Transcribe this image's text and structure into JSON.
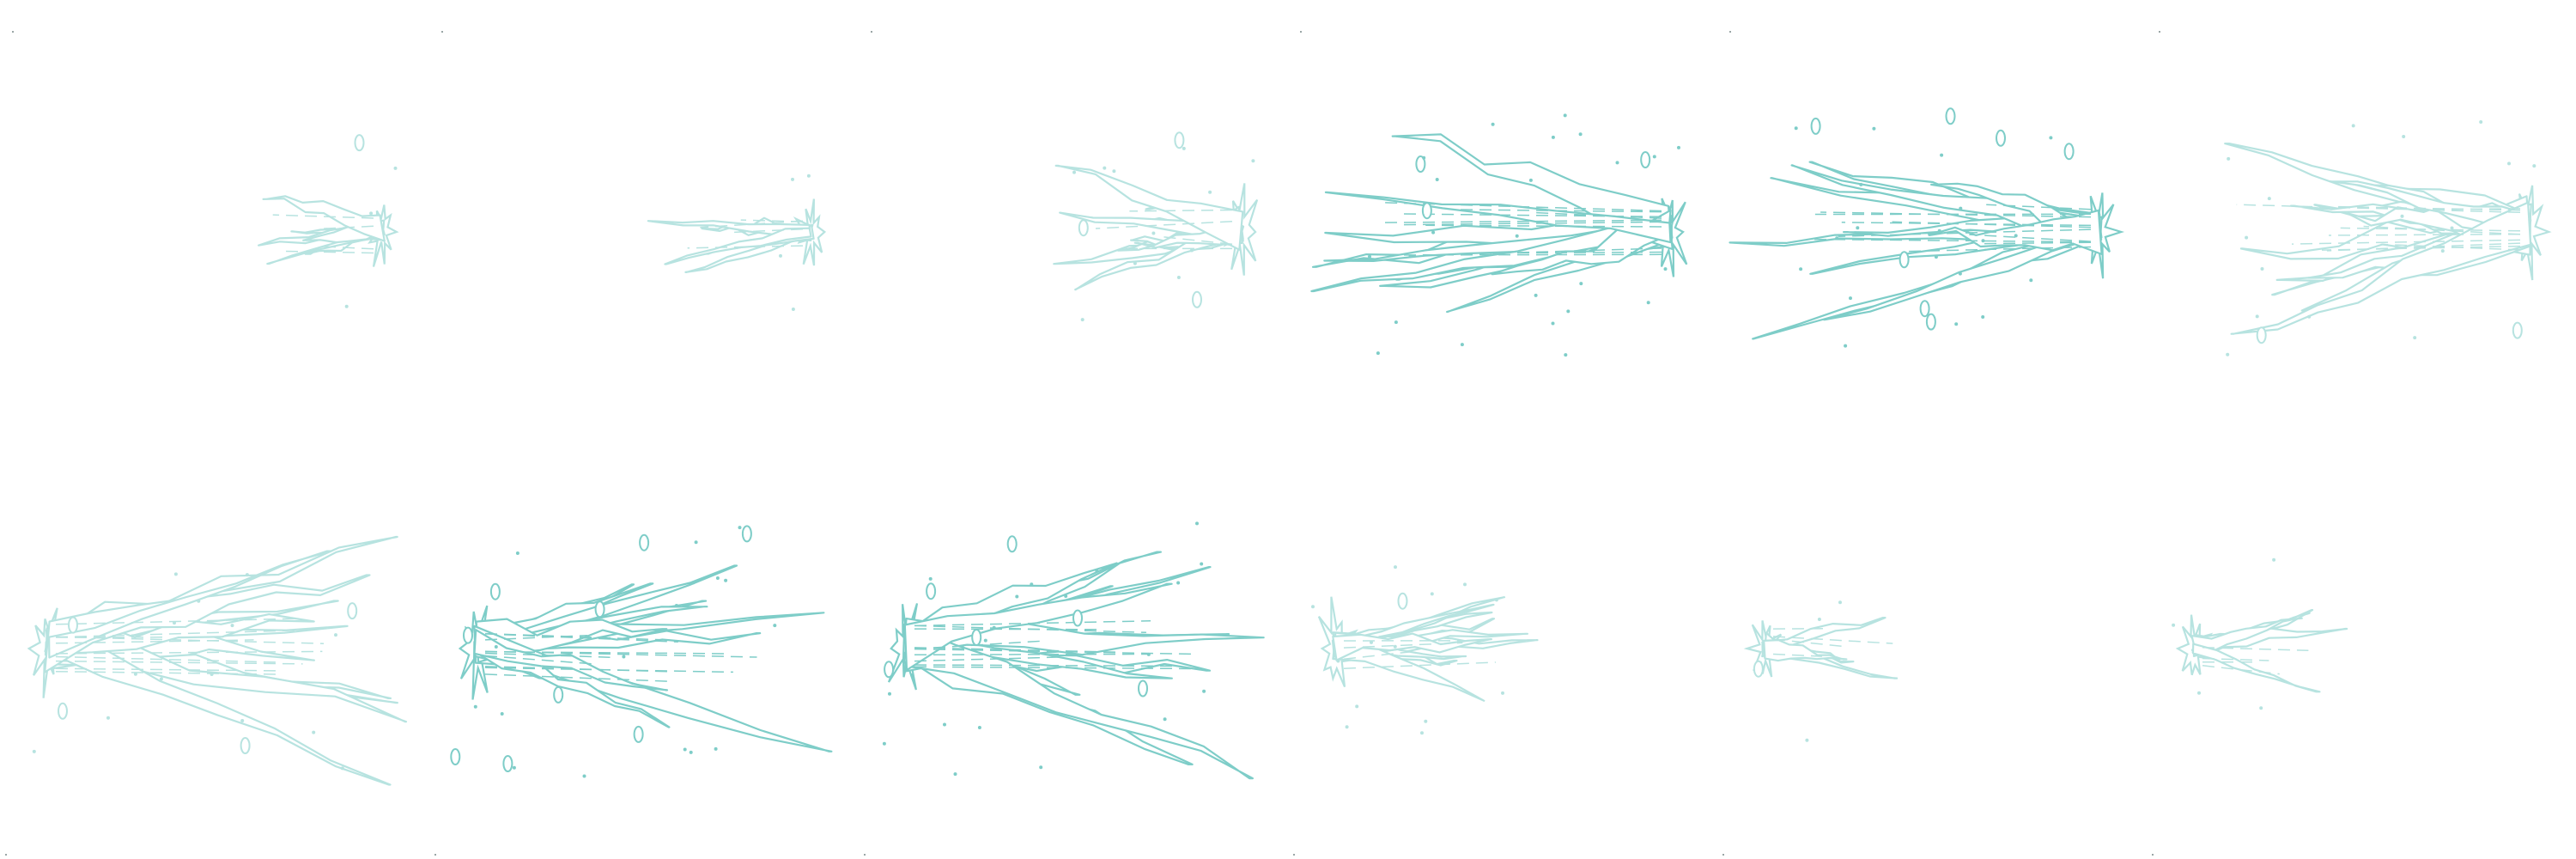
{
  "sheet": {
    "type": "sprite-sheet",
    "rows": 2,
    "columns": 6,
    "background": "#ffffff",
    "outline_color": "#7ecdc8",
    "fill_color": "#ffffff",
    "marker_color": "#9aa6a6"
  },
  "frames": [
    {
      "name": "frame-1",
      "row": 0,
      "col": 0,
      "mirror": false,
      "stage": 1,
      "opacity": 0.55,
      "spikes": 6,
      "debris": 4
    },
    {
      "name": "frame-2",
      "row": 0,
      "col": 1,
      "mirror": false,
      "stage": 1,
      "opacity": 0.55,
      "spikes": 5,
      "debris": 4
    },
    {
      "name": "frame-3",
      "row": 0,
      "col": 2,
      "mirror": false,
      "stage": 2,
      "opacity": 0.55,
      "spikes": 10,
      "debris": 14
    },
    {
      "name": "frame-4",
      "row": 0,
      "col": 3,
      "mirror": false,
      "stage": 3,
      "opacity": 1.0,
      "spikes": 12,
      "debris": 26
    },
    {
      "name": "frame-5",
      "row": 0,
      "col": 4,
      "mirror": false,
      "stage": 3,
      "opacity": 1.0,
      "spikes": 12,
      "debris": 26
    },
    {
      "name": "frame-6",
      "row": 0,
      "col": 5,
      "mirror": false,
      "stage": 3,
      "opacity": 0.55,
      "spikes": 12,
      "debris": 18
    },
    {
      "name": "frame-7",
      "row": 1,
      "col": 0,
      "mirror": true,
      "stage": 3,
      "opacity": 0.55,
      "spikes": 12,
      "debris": 18
    },
    {
      "name": "frame-8",
      "row": 1,
      "col": 1,
      "mirror": true,
      "stage": 3,
      "opacity": 1.0,
      "spikes": 12,
      "debris": 26
    },
    {
      "name": "frame-9",
      "row": 1,
      "col": 2,
      "mirror": true,
      "stage": 3,
      "opacity": 1.0,
      "spikes": 12,
      "debris": 26
    },
    {
      "name": "frame-10",
      "row": 1,
      "col": 3,
      "mirror": true,
      "stage": 2,
      "opacity": 0.55,
      "spikes": 10,
      "debris": 14
    },
    {
      "name": "frame-11",
      "row": 1,
      "col": 4,
      "mirror": true,
      "stage": 1,
      "opacity": 0.55,
      "spikes": 5,
      "debris": 4
    },
    {
      "name": "frame-12",
      "row": 1,
      "col": 5,
      "mirror": true,
      "stage": 1,
      "opacity": 0.55,
      "spikes": 6,
      "debris": 4
    }
  ]
}
